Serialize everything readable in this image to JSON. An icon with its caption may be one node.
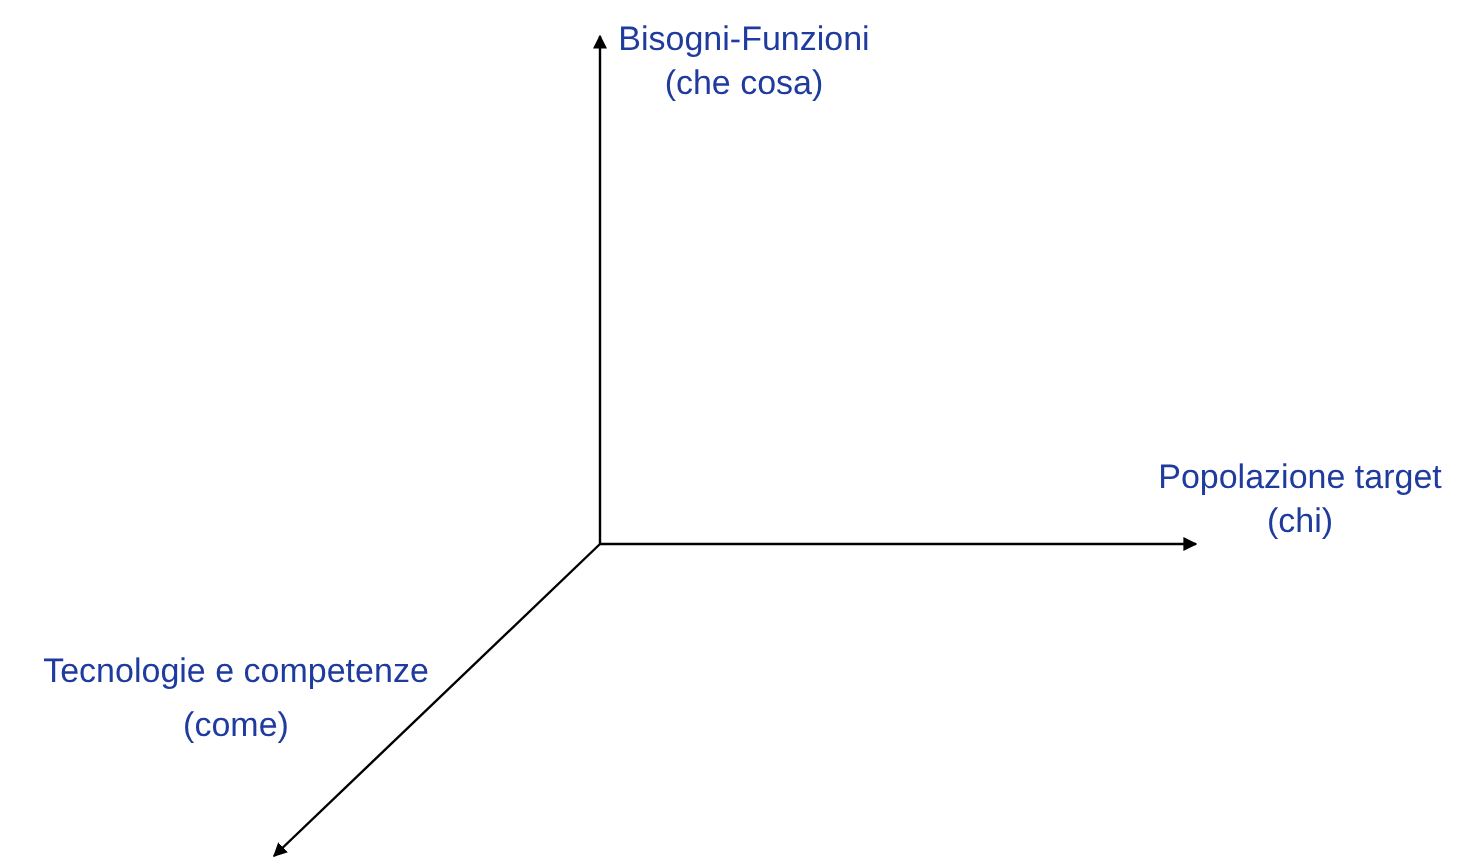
{
  "diagram": {
    "labels": [
      "Bisogni-Funzioni",
      "(che cosa)",
      "Popolazione target",
      "(chi)",
      "Tecnologie e competenze",
      "(come)"
    ]
  }
}
